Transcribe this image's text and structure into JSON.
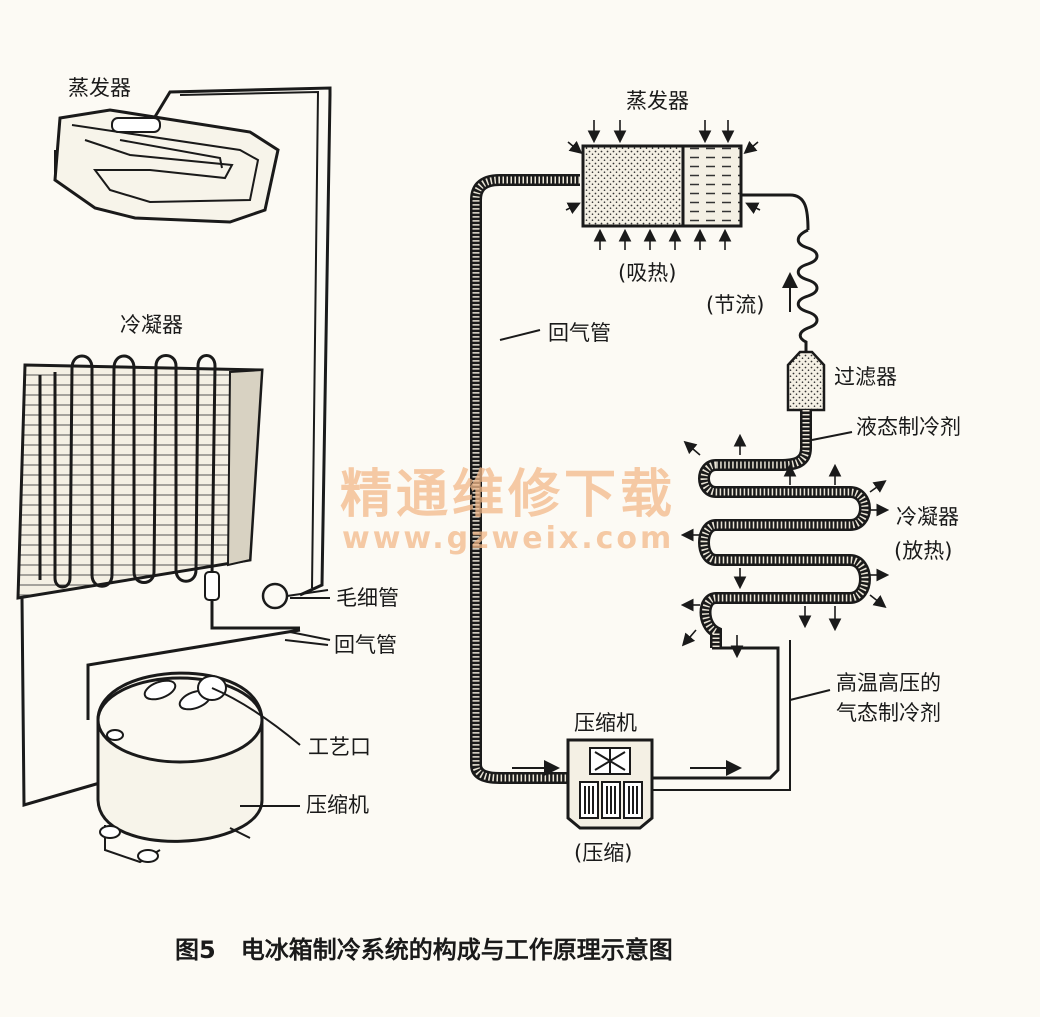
{
  "left_diagram": {
    "evaporator_label": "蒸发器",
    "condenser_label": "冷凝器",
    "capillary_label": "毛细管",
    "return_pipe_label": "回气管",
    "process_port_label": "工艺口",
    "compressor_label": "压缩机"
  },
  "right_diagram": {
    "evaporator_label": "蒸发器",
    "absorb_heat_label": "(吸热)",
    "throttle_label": "(节流)",
    "return_pipe_label": "回气管",
    "filter_label": "过滤器",
    "liquid_refrigerant_label": "液态制冷剂",
    "condenser_label": "冷凝器",
    "release_heat_label": "(放热)",
    "hot_gas_label_line1": "高温高压的",
    "hot_gas_label_line2": "气态制冷剂",
    "compressor_label": "压缩机",
    "compress_label": "(压缩)"
  },
  "watermark": {
    "title": "精通维修下载",
    "url": "www.gzweix.com"
  },
  "caption": "图5   电冰箱制冷系统的构成与工作原理示意图",
  "colors": {
    "background": "#fcfaf4",
    "ink": "#1a1a1a",
    "watermark": "#f3b98a"
  }
}
